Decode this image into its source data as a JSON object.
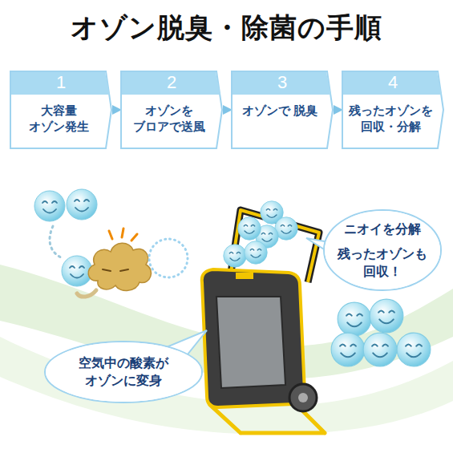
{
  "diagram": {
    "title": "オゾン脱臭・除菌の手順",
    "nodes": [
      {
        "text": [
          "1",
          "大容量 オゾン発生"
        ]
      },
      {
        "text": [
          "2",
          "オゾンを ブロアで送風"
        ]
      },
      {
        "text": [
          "3",
          "オゾンで 脱臭"
        ]
      },
      {
        "text": [
          "4",
          "残ったオゾンを 回収・分解"
        ]
      },
      {
        "text": [
          "ニオイを分解",
          "残ったオゾンも 回収！"
        ]
      },
      {
        "text": [
          "空気中の酸素が オゾンに変身"
        ]
      }
    ],
    "edges": [
      {
        "from": 0,
        "to": 1,
        "arrow": "to"
      },
      {
        "from": 1,
        "to": 2,
        "arrow": "to"
      },
      {
        "from": 2,
        "to": 3,
        "arrow": "to"
      }
    ]
  }
}
